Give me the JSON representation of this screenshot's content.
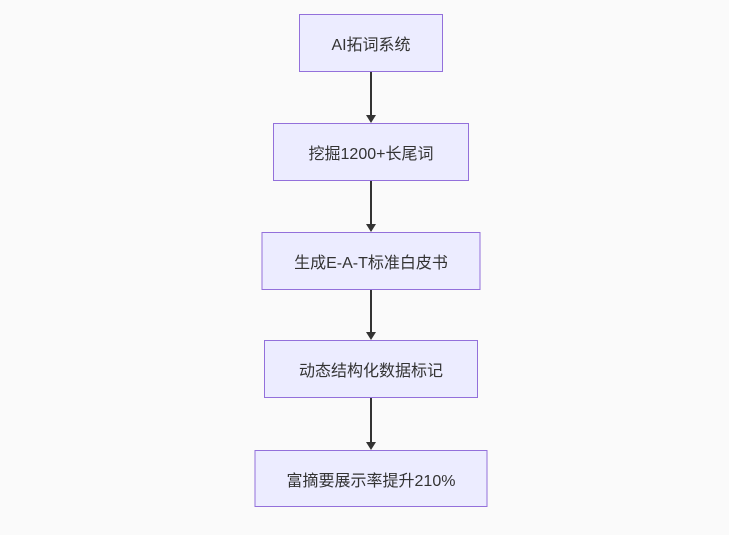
{
  "flowchart": {
    "type": "vertical-flow",
    "colors": {
      "node_fill": "#ECECFF",
      "node_border": "#9370DB",
      "arrow": "#333333",
      "text": "#333333",
      "background": "#fafafa"
    },
    "nodes": [
      {
        "id": "n1",
        "label": "AI拓词系统"
      },
      {
        "id": "n2",
        "label": "挖掘1200+长尾词"
      },
      {
        "id": "n3",
        "label": "生成E-A-T标准白皮书"
      },
      {
        "id": "n4",
        "label": "动态结构化数据标记"
      },
      {
        "id": "n5",
        "label": "富摘要展示率提升210%"
      }
    ],
    "edges": [
      {
        "from": "n1",
        "to": "n2"
      },
      {
        "from": "n2",
        "to": "n3"
      },
      {
        "from": "n3",
        "to": "n4"
      },
      {
        "from": "n4",
        "to": "n5"
      }
    ]
  }
}
